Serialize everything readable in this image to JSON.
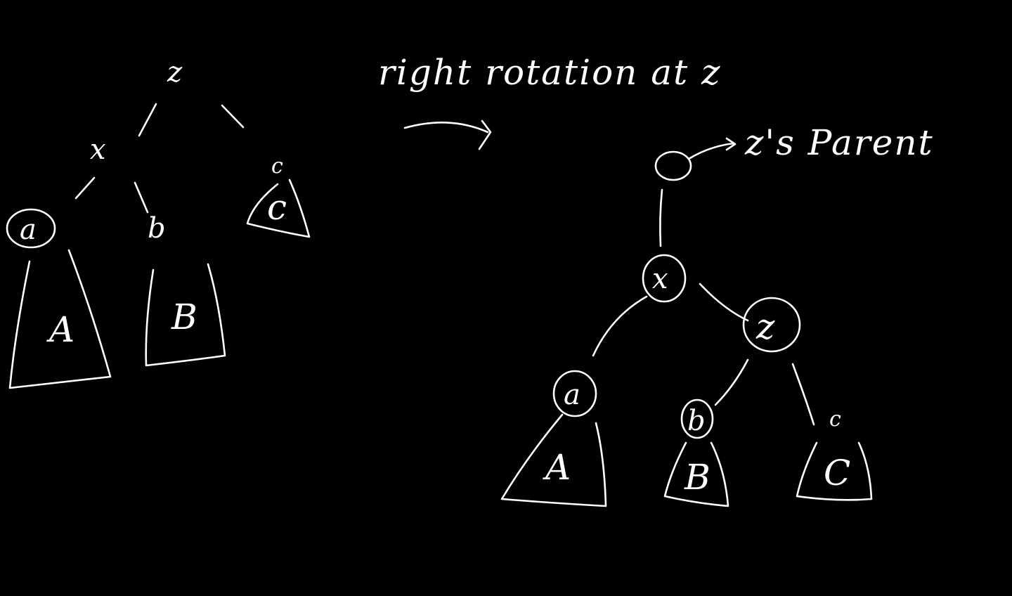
{
  "caption": {
    "text": "right rotation at z",
    "arrow_icon": "curved-right-arrow"
  },
  "parent_note": {
    "text": "z's Parent",
    "arrow_icon": "pointer-arrow"
  },
  "before_tree": {
    "root": "z",
    "left_child": "x",
    "right_child_label": "c",
    "right_child_node": "c",
    "grandchild_left": "a",
    "grandchild_right": "b",
    "subtree_a": "A",
    "subtree_b": "B"
  },
  "after_tree": {
    "root": "x",
    "right_child": "z",
    "left_child": "a",
    "grandchild_b": "b",
    "grandchild_c_label": "c",
    "subtree_a": "A",
    "subtree_b": "B",
    "subtree_c": "C"
  },
  "colors": {
    "background": "#000000",
    "ink": "#ffffff"
  }
}
